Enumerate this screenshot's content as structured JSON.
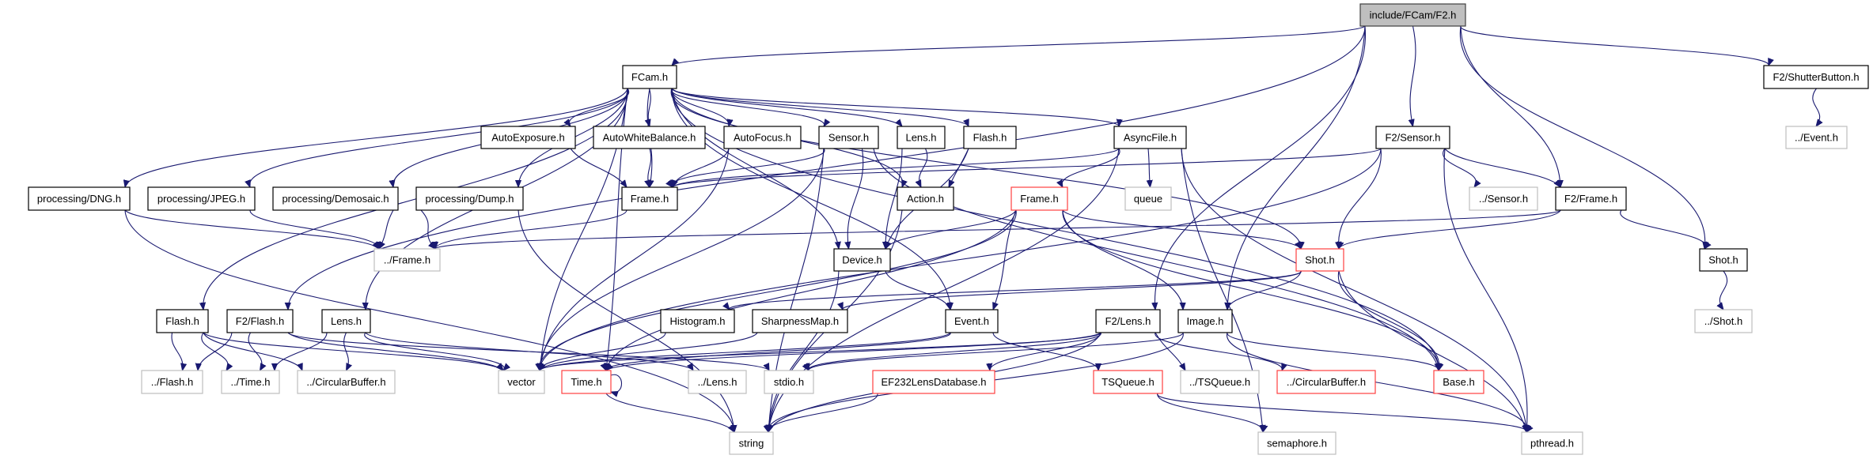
{
  "graph": {
    "title": "include/FCam/F2.h",
    "colors": {
      "edge": "#191970",
      "root_fill": "#bfbfbf",
      "root_border": "#404040",
      "documented_border": "#000000",
      "undocumented_border": "#bfbfbf",
      "truncated_border": "#ff4040",
      "node_fill": "#ffffff"
    },
    "nodes": [
      {
        "id": "root",
        "label": "include/FCam/F2.h",
        "kind": "root"
      },
      {
        "id": "fcam",
        "label": "FCam.h",
        "kind": "documented"
      },
      {
        "id": "f2shutter",
        "label": "F2/ShutterButton.h",
        "kind": "documented"
      },
      {
        "id": "ev_up",
        "label": "../Event.h",
        "kind": "external"
      },
      {
        "id": "autoexp",
        "label": "AutoExposure.h",
        "kind": "documented"
      },
      {
        "id": "awb",
        "label": "AutoWhiteBalance.h",
        "kind": "documented"
      },
      {
        "id": "autofocus",
        "label": "AutoFocus.h",
        "kind": "documented"
      },
      {
        "id": "sensor",
        "label": "Sensor.h",
        "kind": "documented"
      },
      {
        "id": "lens",
        "label": "Lens.h",
        "kind": "documented"
      },
      {
        "id": "flash",
        "label": "Flash.h",
        "kind": "documented"
      },
      {
        "id": "asyncfile",
        "label": "AsyncFile.h",
        "kind": "documented"
      },
      {
        "id": "f2sensor",
        "label": "F2/Sensor.h",
        "kind": "documented"
      },
      {
        "id": "dng",
        "label": "processing/DNG.h",
        "kind": "documented"
      },
      {
        "id": "jpeg",
        "label": "processing/JPEG.h",
        "kind": "documented"
      },
      {
        "id": "demosaic",
        "label": "processing/Demosaic.h",
        "kind": "documented"
      },
      {
        "id": "dump",
        "label": "processing/Dump.h",
        "kind": "documented"
      },
      {
        "id": "frame",
        "label": "Frame.h",
        "kind": "documented"
      },
      {
        "id": "action",
        "label": "Action.h",
        "kind": "documented"
      },
      {
        "id": "frame_red",
        "label": "Frame.h",
        "kind": "truncated"
      },
      {
        "id": "queue",
        "label": "queue",
        "kind": "external"
      },
      {
        "id": "sensor_up",
        "label": "../Sensor.h",
        "kind": "external"
      },
      {
        "id": "f2frame",
        "label": "F2/Frame.h",
        "kind": "documented"
      },
      {
        "id": "frame_up",
        "label": "../Frame.h",
        "kind": "external"
      },
      {
        "id": "device",
        "label": "Device.h",
        "kind": "documented"
      },
      {
        "id": "shot_red",
        "label": "Shot.h",
        "kind": "truncated"
      },
      {
        "id": "shot",
        "label": "Shot.h",
        "kind": "documented"
      },
      {
        "id": "flash2",
        "label": "Flash.h",
        "kind": "documented"
      },
      {
        "id": "f2flash",
        "label": "F2/Flash.h",
        "kind": "documented"
      },
      {
        "id": "lens2",
        "label": "Lens.h",
        "kind": "documented"
      },
      {
        "id": "histogram",
        "label": "Histogram.h",
        "kind": "documented"
      },
      {
        "id": "sharpness",
        "label": "SharpnessMap.h",
        "kind": "documented"
      },
      {
        "id": "event",
        "label": "Event.h",
        "kind": "documented"
      },
      {
        "id": "f2lens",
        "label": "F2/Lens.h",
        "kind": "documented"
      },
      {
        "id": "image",
        "label": "Image.h",
        "kind": "documented"
      },
      {
        "id": "shot_up",
        "label": "../Shot.h",
        "kind": "external"
      },
      {
        "id": "flash_up",
        "label": "../Flash.h",
        "kind": "external"
      },
      {
        "id": "time_up",
        "label": "../Time.h",
        "kind": "external"
      },
      {
        "id": "cbuf_up",
        "label": "../CircularBuffer.h",
        "kind": "external"
      },
      {
        "id": "vector",
        "label": "vector",
        "kind": "external"
      },
      {
        "id": "time",
        "label": "Time.h",
        "kind": "truncated"
      },
      {
        "id": "lens_up",
        "label": "../Lens.h",
        "kind": "external"
      },
      {
        "id": "stdio",
        "label": "stdio.h",
        "kind": "external"
      },
      {
        "id": "ef232",
        "label": "EF232LensDatabase.h",
        "kind": "truncated"
      },
      {
        "id": "tsqueue",
        "label": "TSQueue.h",
        "kind": "truncated"
      },
      {
        "id": "tsqueue_up",
        "label": "../TSQueue.h",
        "kind": "external"
      },
      {
        "id": "cbuf_red",
        "label": "../CircularBuffer.h",
        "kind": "truncated"
      },
      {
        "id": "base",
        "label": "Base.h",
        "kind": "truncated"
      },
      {
        "id": "string",
        "label": "string",
        "kind": "external"
      },
      {
        "id": "semaphore",
        "label": "semaphore.h",
        "kind": "external"
      },
      {
        "id": "pthread",
        "label": "pthread.h",
        "kind": "external"
      }
    ],
    "edges": [
      [
        "root",
        "fcam"
      ],
      [
        "root",
        "f2sensor"
      ],
      [
        "root",
        "f2frame"
      ],
      [
        "root",
        "f2shutter"
      ],
      [
        "root",
        "shot"
      ],
      [
        "root",
        "f2lens"
      ],
      [
        "root",
        "f2flash"
      ],
      [
        "root",
        "image"
      ],
      [
        "f2shutter",
        "ev_up"
      ],
      [
        "fcam",
        "autoexp"
      ],
      [
        "fcam",
        "awb"
      ],
      [
        "fcam",
        "autofocus"
      ],
      [
        "fcam",
        "sensor"
      ],
      [
        "fcam",
        "lens"
      ],
      [
        "fcam",
        "flash"
      ],
      [
        "fcam",
        "asyncfile"
      ],
      [
        "fcam",
        "dng"
      ],
      [
        "fcam",
        "jpeg"
      ],
      [
        "fcam",
        "demosaic"
      ],
      [
        "fcam",
        "dump"
      ],
      [
        "fcam",
        "frame"
      ],
      [
        "fcam",
        "action"
      ],
      [
        "fcam",
        "device"
      ],
      [
        "fcam",
        "event"
      ],
      [
        "fcam",
        "shot_red"
      ],
      [
        "fcam",
        "time"
      ],
      [
        "fcam",
        "flash2"
      ],
      [
        "fcam",
        "lens2"
      ],
      [
        "fcam",
        "base"
      ],
      [
        "fcam",
        "vector"
      ],
      [
        "autoexp",
        "frame"
      ],
      [
        "awb",
        "frame"
      ],
      [
        "autofocus",
        "frame"
      ],
      [
        "autofocus",
        "vector"
      ],
      [
        "sensor",
        "frame"
      ],
      [
        "sensor",
        "device"
      ],
      [
        "sensor",
        "vector"
      ],
      [
        "sensor",
        "string"
      ],
      [
        "sensor",
        "base"
      ],
      [
        "lens",
        "action"
      ],
      [
        "lens",
        "device"
      ],
      [
        "flash",
        "action"
      ],
      [
        "flash",
        "device"
      ],
      [
        "asyncfile",
        "frame_red"
      ],
      [
        "asyncfile",
        "queue"
      ],
      [
        "asyncfile",
        "frame"
      ],
      [
        "asyncfile",
        "string"
      ],
      [
        "asyncfile",
        "semaphore"
      ],
      [
        "asyncfile",
        "pthread"
      ],
      [
        "f2sensor",
        "frame"
      ],
      [
        "f2sensor",
        "sensor_up"
      ],
      [
        "f2sensor",
        "f2frame"
      ],
      [
        "f2sensor",
        "shot_red"
      ],
      [
        "f2sensor",
        "vector"
      ],
      [
        "f2sensor",
        "pthread"
      ],
      [
        "dng",
        "frame_up"
      ],
      [
        "dng",
        "string"
      ],
      [
        "jpeg",
        "frame_up"
      ],
      [
        "demosaic",
        "frame_up"
      ],
      [
        "dump",
        "frame_up"
      ],
      [
        "dump",
        "string"
      ],
      [
        "frame",
        "frame_up"
      ],
      [
        "frame_red",
        "device"
      ],
      [
        "frame_red",
        "event"
      ],
      [
        "frame_red",
        "shot_red"
      ],
      [
        "frame_red",
        "image"
      ],
      [
        "frame_red",
        "base"
      ],
      [
        "frame_red",
        "time"
      ],
      [
        "frame_red",
        "vector"
      ],
      [
        "f2frame",
        "frame_up"
      ],
      [
        "f2frame",
        "shot_red"
      ],
      [
        "f2frame",
        "shot"
      ],
      [
        "shot",
        "shot_up"
      ],
      [
        "device",
        "event"
      ],
      [
        "device",
        "string"
      ],
      [
        "action",
        "string"
      ],
      [
        "shot_red",
        "histogram"
      ],
      [
        "shot_red",
        "sharpness"
      ],
      [
        "shot_red",
        "image"
      ],
      [
        "shot_red",
        "base"
      ],
      [
        "shot_red",
        "pthread"
      ],
      [
        "event",
        "time"
      ],
      [
        "event",
        "tsqueue"
      ],
      [
        "event",
        "vector"
      ],
      [
        "f2lens",
        "time"
      ],
      [
        "f2lens",
        "tsqueue_up"
      ],
      [
        "f2lens",
        "ef232"
      ],
      [
        "f2lens",
        "cbuf_red"
      ],
      [
        "f2lens",
        "string"
      ],
      [
        "f2lens",
        "stdio"
      ],
      [
        "f2lens",
        "vector"
      ],
      [
        "image",
        "base"
      ],
      [
        "image",
        "pthread"
      ],
      [
        "image",
        "string"
      ],
      [
        "image",
        "stdio"
      ],
      [
        "flash2",
        "flash_up"
      ],
      [
        "flash2",
        "time_up"
      ],
      [
        "flash2",
        "vector"
      ],
      [
        "flash2",
        "cbuf_up"
      ],
      [
        "f2flash",
        "flash_up"
      ],
      [
        "f2flash",
        "time_up"
      ],
      [
        "f2flash",
        "vector"
      ],
      [
        "f2flash",
        "stdio"
      ],
      [
        "lens2",
        "time_up"
      ],
      [
        "lens2",
        "cbuf_up"
      ],
      [
        "lens2",
        "vector"
      ],
      [
        "lens2",
        "lens_up"
      ],
      [
        "histogram",
        "vector"
      ],
      [
        "sharpness",
        "vector"
      ],
      [
        "time",
        "time"
      ],
      [
        "time",
        "string"
      ],
      [
        "ef232",
        "string"
      ],
      [
        "tsqueue",
        "semaphore"
      ],
      [
        "tsqueue",
        "pthread"
      ]
    ]
  }
}
